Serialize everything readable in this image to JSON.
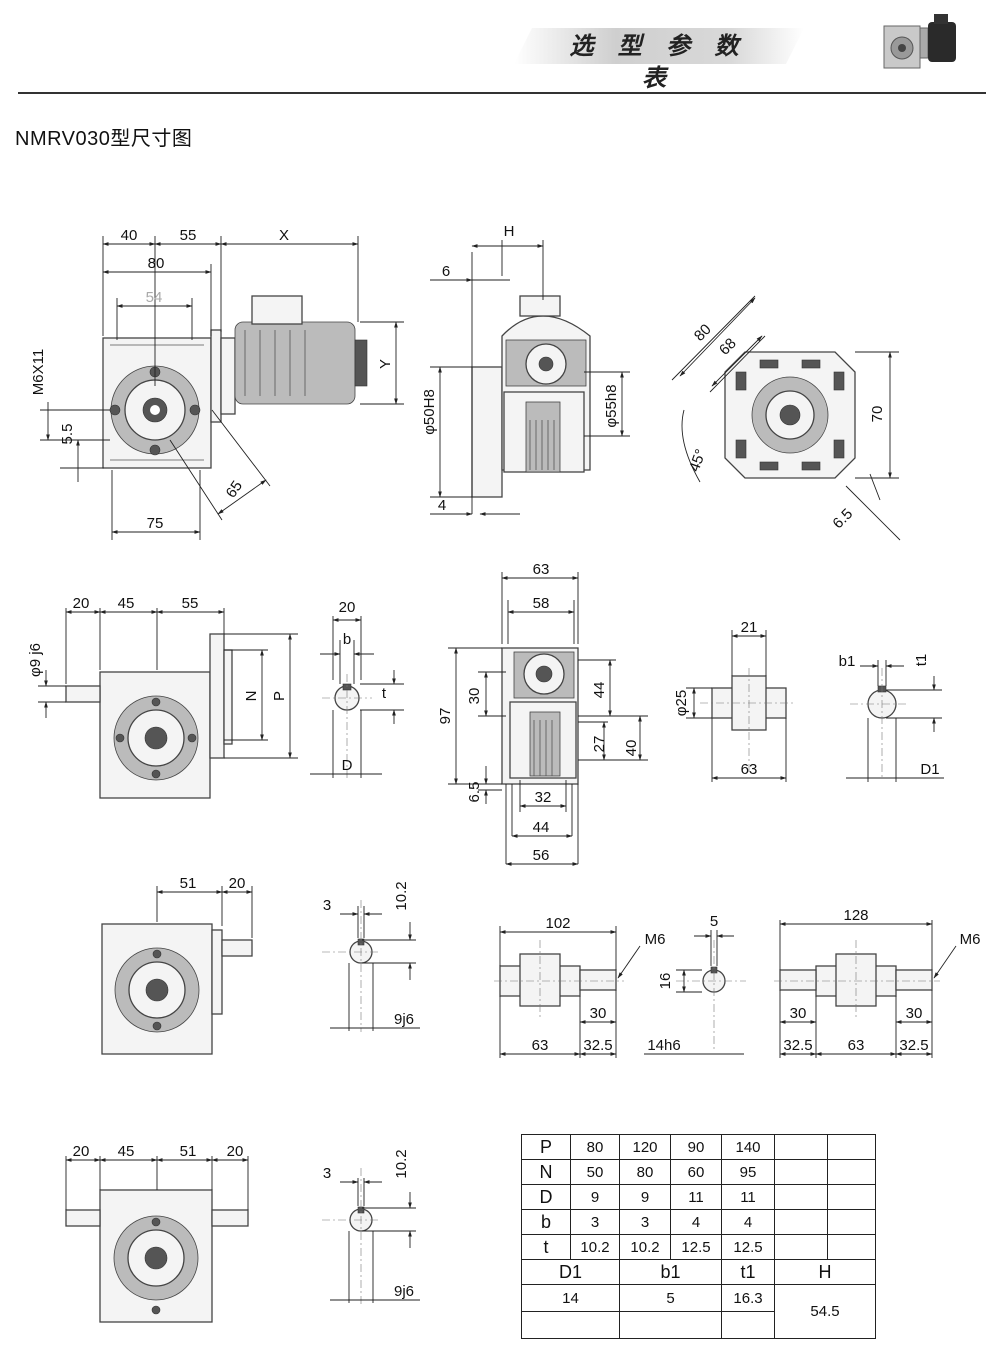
{
  "header": {
    "title": "选 型 参 数 表"
  },
  "page_title": "NMRV030型尺寸图",
  "dims": {
    "v1": {
      "d40": "40",
      "d55": "55",
      "dX": "X",
      "d80": "80",
      "d54": "54",
      "m6x11": "M6X11",
      "d55b": "5.5",
      "d65": "65",
      "d75": "75",
      "dY": "Y"
    },
    "v2": {
      "dH": "H",
      "d6": "6",
      "phi50": "φ50H8",
      "phi55": "φ55h8",
      "d4": "4"
    },
    "v3": {
      "d80": "80",
      "d68": "68",
      "d70": "70",
      "a45": "45°",
      "d6_5": "6.5"
    },
    "v4": {
      "d20": "20",
      "d45": "45",
      "d55": "55",
      "phi9": "φ9 j6",
      "dN": "N",
      "dP": "P"
    },
    "v5": {
      "d20": "20",
      "db": "b",
      "dt": "t",
      "dD": "D"
    },
    "v6": {
      "d63": "63",
      "d58": "58",
      "d97": "97",
      "d30": "30",
      "d44": "44",
      "d27": "27",
      "d40": "40",
      "d6_5": "6.5",
      "d32": "32",
      "d44b": "44",
      "d56": "56"
    },
    "v7": {
      "d21": "21",
      "phi25": "φ25",
      "d63": "63"
    },
    "v8": {
      "db1": "b1",
      "dt1": "t1",
      "dD1": "D1"
    },
    "v9": {
      "d51": "51",
      "d20": "20"
    },
    "v10": {
      "d3": "3",
      "d10_2": "10.2",
      "d9j6": "9j6"
    },
    "v11": {
      "d102": "102",
      "m6": "M6",
      "d30": "30",
      "d63": "63",
      "d32_5": "32.5"
    },
    "v12": {
      "d5": "5",
      "d16": "16",
      "d14h6": "14h6"
    },
    "v13": {
      "d128": "128",
      "m6": "M6",
      "d30a": "30",
      "d30b": "30",
      "d32_5a": "32.5",
      "d63": "63",
      "d32_5b": "32.5"
    },
    "v14": {
      "d20a": "20",
      "d45": "45",
      "d51": "51",
      "d20b": "20"
    },
    "v15": {
      "d3": "3",
      "d10_2": "10.2",
      "d9j6": "9j6"
    }
  },
  "table": {
    "rows": [
      {
        "label": "P",
        "values": [
          "80",
          "120",
          "90",
          "140",
          "",
          ""
        ]
      },
      {
        "label": "N",
        "values": [
          "50",
          "80",
          "60",
          "95",
          "",
          ""
        ]
      },
      {
        "label": "D",
        "values": [
          "9",
          "9",
          "11",
          "11",
          "",
          ""
        ]
      },
      {
        "label": "b",
        "values": [
          "3",
          "3",
          "4",
          "4",
          "",
          ""
        ]
      },
      {
        "label": "t",
        "values": [
          "10.2",
          "10.2",
          "12.5",
          "12.5",
          "",
          ""
        ]
      }
    ],
    "sub_headers": [
      "D1",
      "b1",
      "t1",
      "H"
    ],
    "sub_values": [
      "14",
      "5",
      "16.3",
      "54.5"
    ]
  }
}
